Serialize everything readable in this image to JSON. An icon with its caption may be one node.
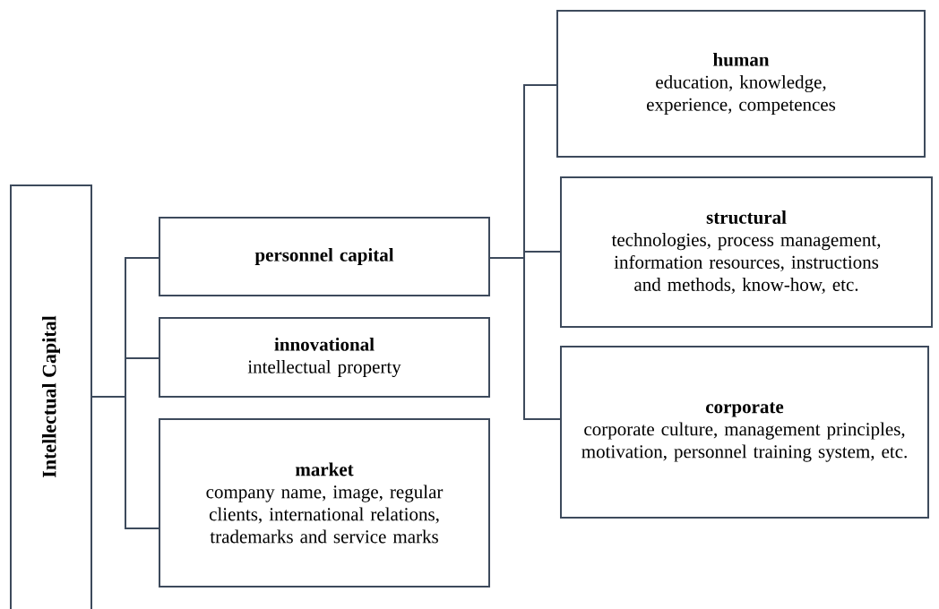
{
  "diagram": {
    "nodes": [
      {
        "text": [
          "Intellectual Capital"
        ]
      },
      {
        "text": [
          "personnel capital"
        ]
      },
      {
        "text": [
          "innovational",
          "intellectual property"
        ]
      },
      {
        "text": [
          "market",
          "company name, image, regular clients, international relations, trademarks and service marks"
        ]
      },
      {
        "text": [
          "human",
          "education, knowledge, experience, competences"
        ]
      },
      {
        "text": [
          "structural",
          "technologies, process management, information resources, instructions and methods, know-how, etc."
        ]
      },
      {
        "text": [
          "corporate",
          "corporate culture, management principles, motivation, personnel training system, etc."
        ]
      }
    ],
    "edges": [
      {
        "from": 0,
        "to": 1,
        "arrow": "none"
      },
      {
        "from": 0,
        "to": 2,
        "arrow": "none"
      },
      {
        "from": 0,
        "to": 3,
        "arrow": "none"
      },
      {
        "from": 1,
        "to": 4,
        "arrow": "none"
      },
      {
        "from": 1,
        "to": 5,
        "arrow": "none"
      },
      {
        "from": 1,
        "to": 6,
        "arrow": "none"
      }
    ]
  }
}
